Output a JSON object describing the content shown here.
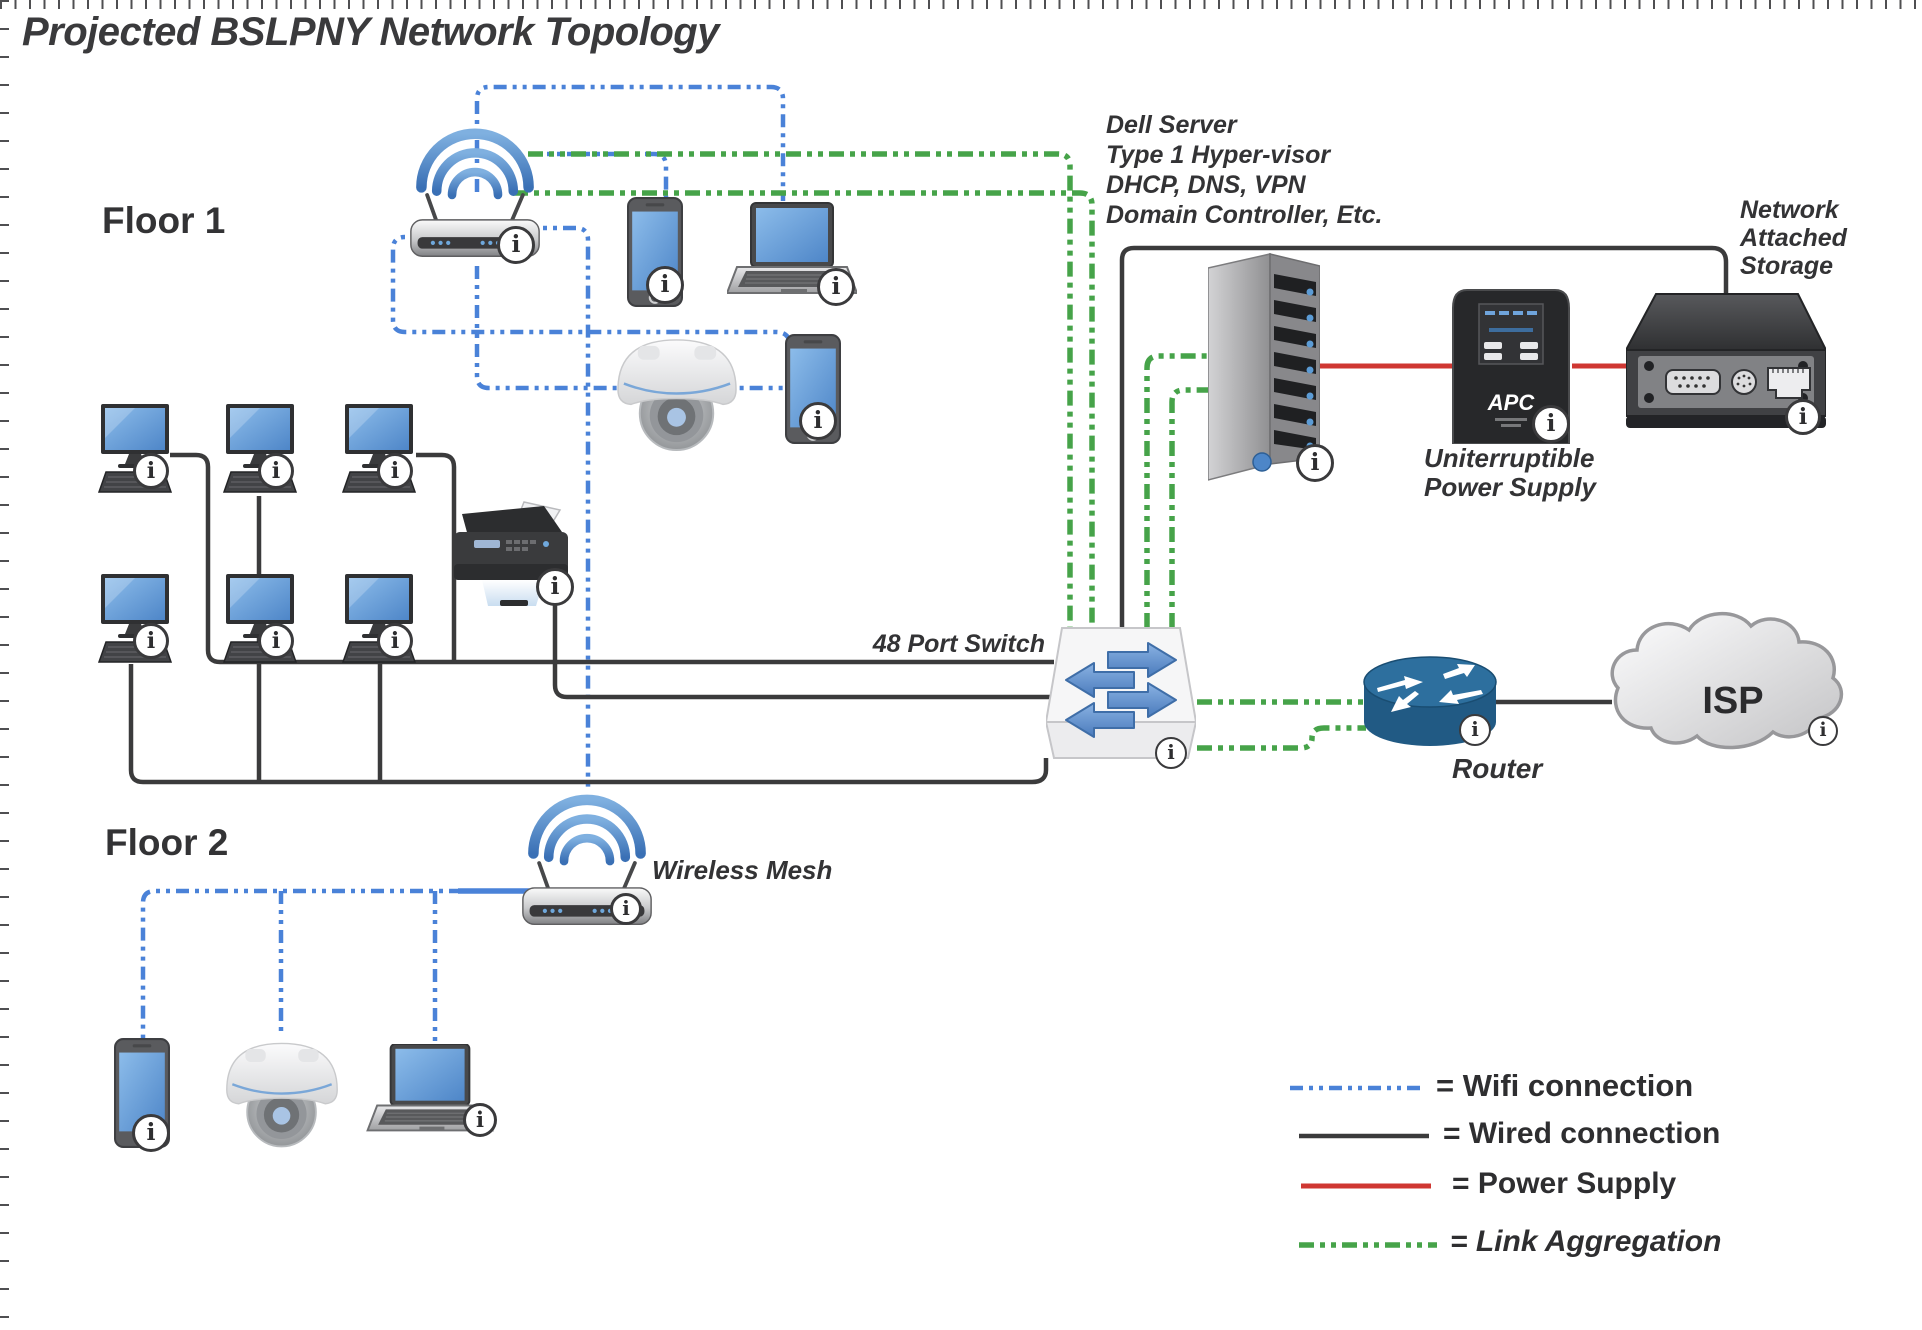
{
  "title": "Projected BSLPNY Network Topology",
  "floors": {
    "floor1": "Floor 1",
    "floor2": "Floor 2"
  },
  "labels": {
    "server_caption": [
      "Dell Server",
      "Type 1 Hyper-visor",
      "DHCP, DNS, VPN",
      "Domain Controller, Etc."
    ],
    "nas": [
      "Network",
      "Attached",
      "Storage"
    ],
    "ups": [
      "Uniterruptible",
      "Power Supply"
    ],
    "switch": "48 Port Switch",
    "router": "Router",
    "isp": "ISP",
    "wireless_mesh": "Wireless Mesh",
    "apc_logo": "APC"
  },
  "legend": {
    "items": [
      {
        "key": "wifi",
        "label": "= Wifi connection"
      },
      {
        "key": "wired",
        "label": "= Wired connection"
      },
      {
        "key": "power",
        "label": "= Power Supply"
      },
      {
        "key": "agg",
        "label": "= Link Aggregation"
      }
    ]
  },
  "colors": {
    "wifi": "#4a82d8",
    "wired": "#3b3b3c",
    "power": "#cf3732",
    "link_aggregation": "#46a349",
    "device_screen": "#5b9bd5"
  }
}
